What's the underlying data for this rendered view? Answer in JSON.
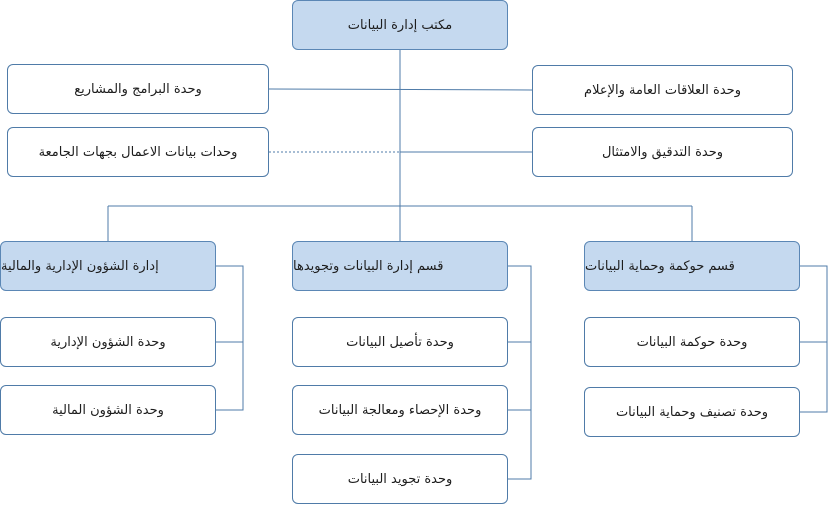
{
  "chart": {
    "top": "مكتب إدارة البيانات",
    "left_units": [
      "وحدة البرامج والمشاريع",
      "وحدات بيانات الاعمال بجهات الجامعة"
    ],
    "right_units": [
      "وحدة العلاقات العامة والإعلام",
      "وحدة التدقيق والامتثال"
    ],
    "departments": [
      {
        "title": "قسم حوكمة وحماية البيانات",
        "units": [
          "وحدة حوكمة البيانات",
          "وحدة تصنيف وحماية البيانات"
        ]
      },
      {
        "title": "قسم إدارة البيانات وتجويدها",
        "units": [
          "وحدة تأصيل البيانات",
          "وحدة الإحصاء ومعالجة البيانات",
          "وحدة تجويد البيانات"
        ]
      },
      {
        "title": "إدارة الشؤون الإدارية والمالية",
        "units": [
          "وحدة الشؤون الإدارية",
          "وحدة الشؤون المالية"
        ]
      }
    ]
  },
  "colors": {
    "header_fill": "#c5d9ef",
    "box_border": "#4f7ba8",
    "line": "#4f7ba8"
  }
}
